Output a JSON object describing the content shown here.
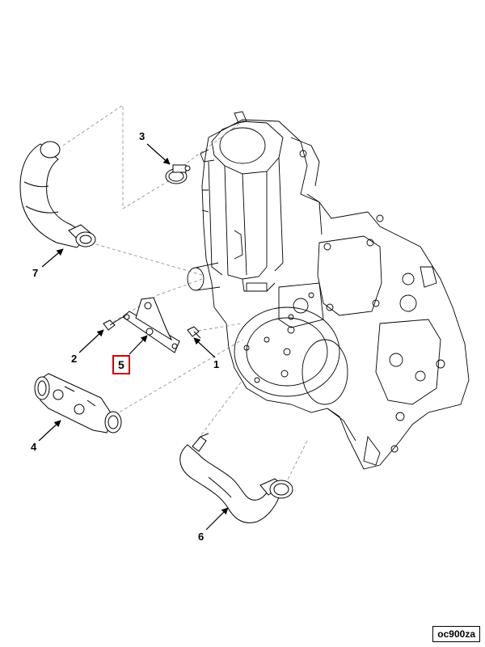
{
  "callouts": {
    "c1": "1",
    "c2": "2",
    "c3": "3",
    "c4": "4",
    "c5": "5",
    "c6": "6",
    "c7": "7"
  },
  "highlighted_callout": "5",
  "figure_code": "oc900za",
  "colors": {
    "line": "#000000",
    "highlight": "#d40000",
    "background": "#ffffff"
  }
}
